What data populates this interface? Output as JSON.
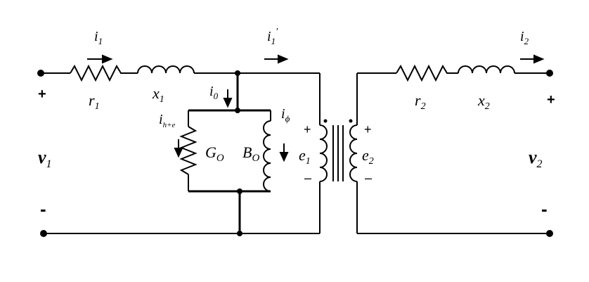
{
  "labels": {
    "i1": {
      "base": "i",
      "sub": "1"
    },
    "i1p": {
      "base": "i",
      "sub": "1",
      "prime": "′"
    },
    "i2": {
      "base": "i",
      "sub": "2"
    },
    "r1": {
      "base": "r",
      "sub": "1"
    },
    "x1": {
      "base": "x",
      "sub": "1"
    },
    "r2": {
      "base": "r",
      "sub": "2"
    },
    "x2": {
      "base": "x",
      "sub": "2"
    },
    "i0": {
      "base": "i",
      "sub": "0"
    },
    "ihe": {
      "base": "i",
      "sub": "h+e"
    },
    "iphi": {
      "base": "i",
      "sub": "ϕ"
    },
    "G0": {
      "base": "G",
      "sub": "O"
    },
    "B0": {
      "base": "B",
      "sub": "O"
    },
    "e1": {
      "base": "e",
      "sub": "1"
    },
    "e2": {
      "base": "e",
      "sub": "2"
    },
    "v1": {
      "base": "v",
      "sub": "1"
    },
    "v2": {
      "base": "v",
      "sub": "2"
    }
  },
  "signs": {
    "plus": "+",
    "minus": "–",
    "minus_bold": "-"
  }
}
